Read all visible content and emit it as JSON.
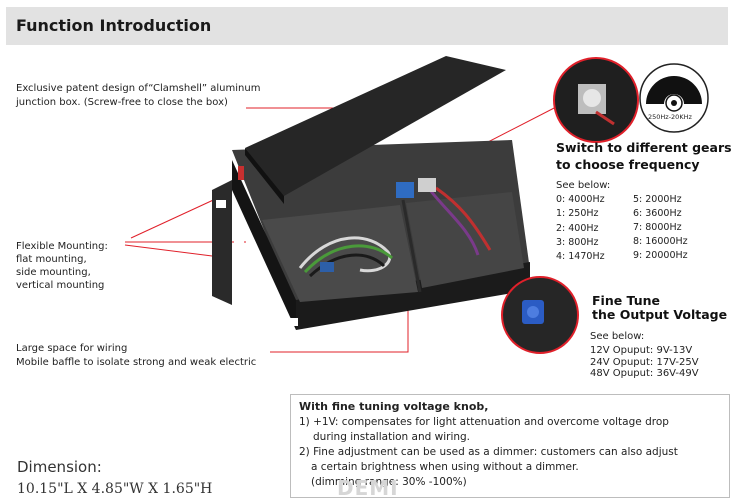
{
  "header": {
    "title": "Function Introduction"
  },
  "callouts": {
    "clamshell": [
      "Exclusive patent design of“Clamshell” aluminum",
      "junction box. (Screw-free to close the box)"
    ],
    "mounting": [
      "Flexible Mounting:",
      "flat mounting,",
      "side mounting,",
      "vertical mounting"
    ],
    "space": [
      "Large space for wiring",
      "Mobile baffle to isolate strong and weak electric"
    ]
  },
  "switch_section": {
    "title_lines": [
      "Switch to different gears",
      "to choose frequency"
    ],
    "see_below": "See below:",
    "dial_label": "250Hz-20KHz",
    "frequencies": [
      "0: 4000Hz",
      "1: 250Hz",
      "2: 400Hz",
      "3: 800Hz",
      "4: 1470Hz",
      "5: 2000Hz",
      "6: 3600Hz",
      "7: 8000Hz",
      "8: 16000Hz",
      "9: 20000Hz"
    ]
  },
  "fine_tune": {
    "title_lines": [
      "Fine Tune",
      "the Output Voltage"
    ],
    "see_below": "See below:",
    "outputs": [
      "12V Opuput: 9V-13V",
      "24V Opuput: 17V-25V",
      "48V Opuput: 36V-49V"
    ]
  },
  "knob_note": {
    "title": "With fine tuning voltage knob,",
    "lines": [
      "1)  +1V:  compensates for light attenuation and overcome voltage drop",
      "during installation and wiring.",
      "2)  Fine adjustment can be used as a dimmer: customers can also adjust",
      "a certain brightness when using without a dimmer.",
      "(dimming range: 30% -100%)"
    ]
  },
  "dimension": {
    "label": "Dimension:",
    "value": "10.15\"L X 4.85\"W X 1.65\"H"
  },
  "watermark": "DEMI",
  "colors": {
    "leader_line": "#e0202a",
    "header_bg": "#e2e2e2",
    "box": "#1e1e1e"
  }
}
